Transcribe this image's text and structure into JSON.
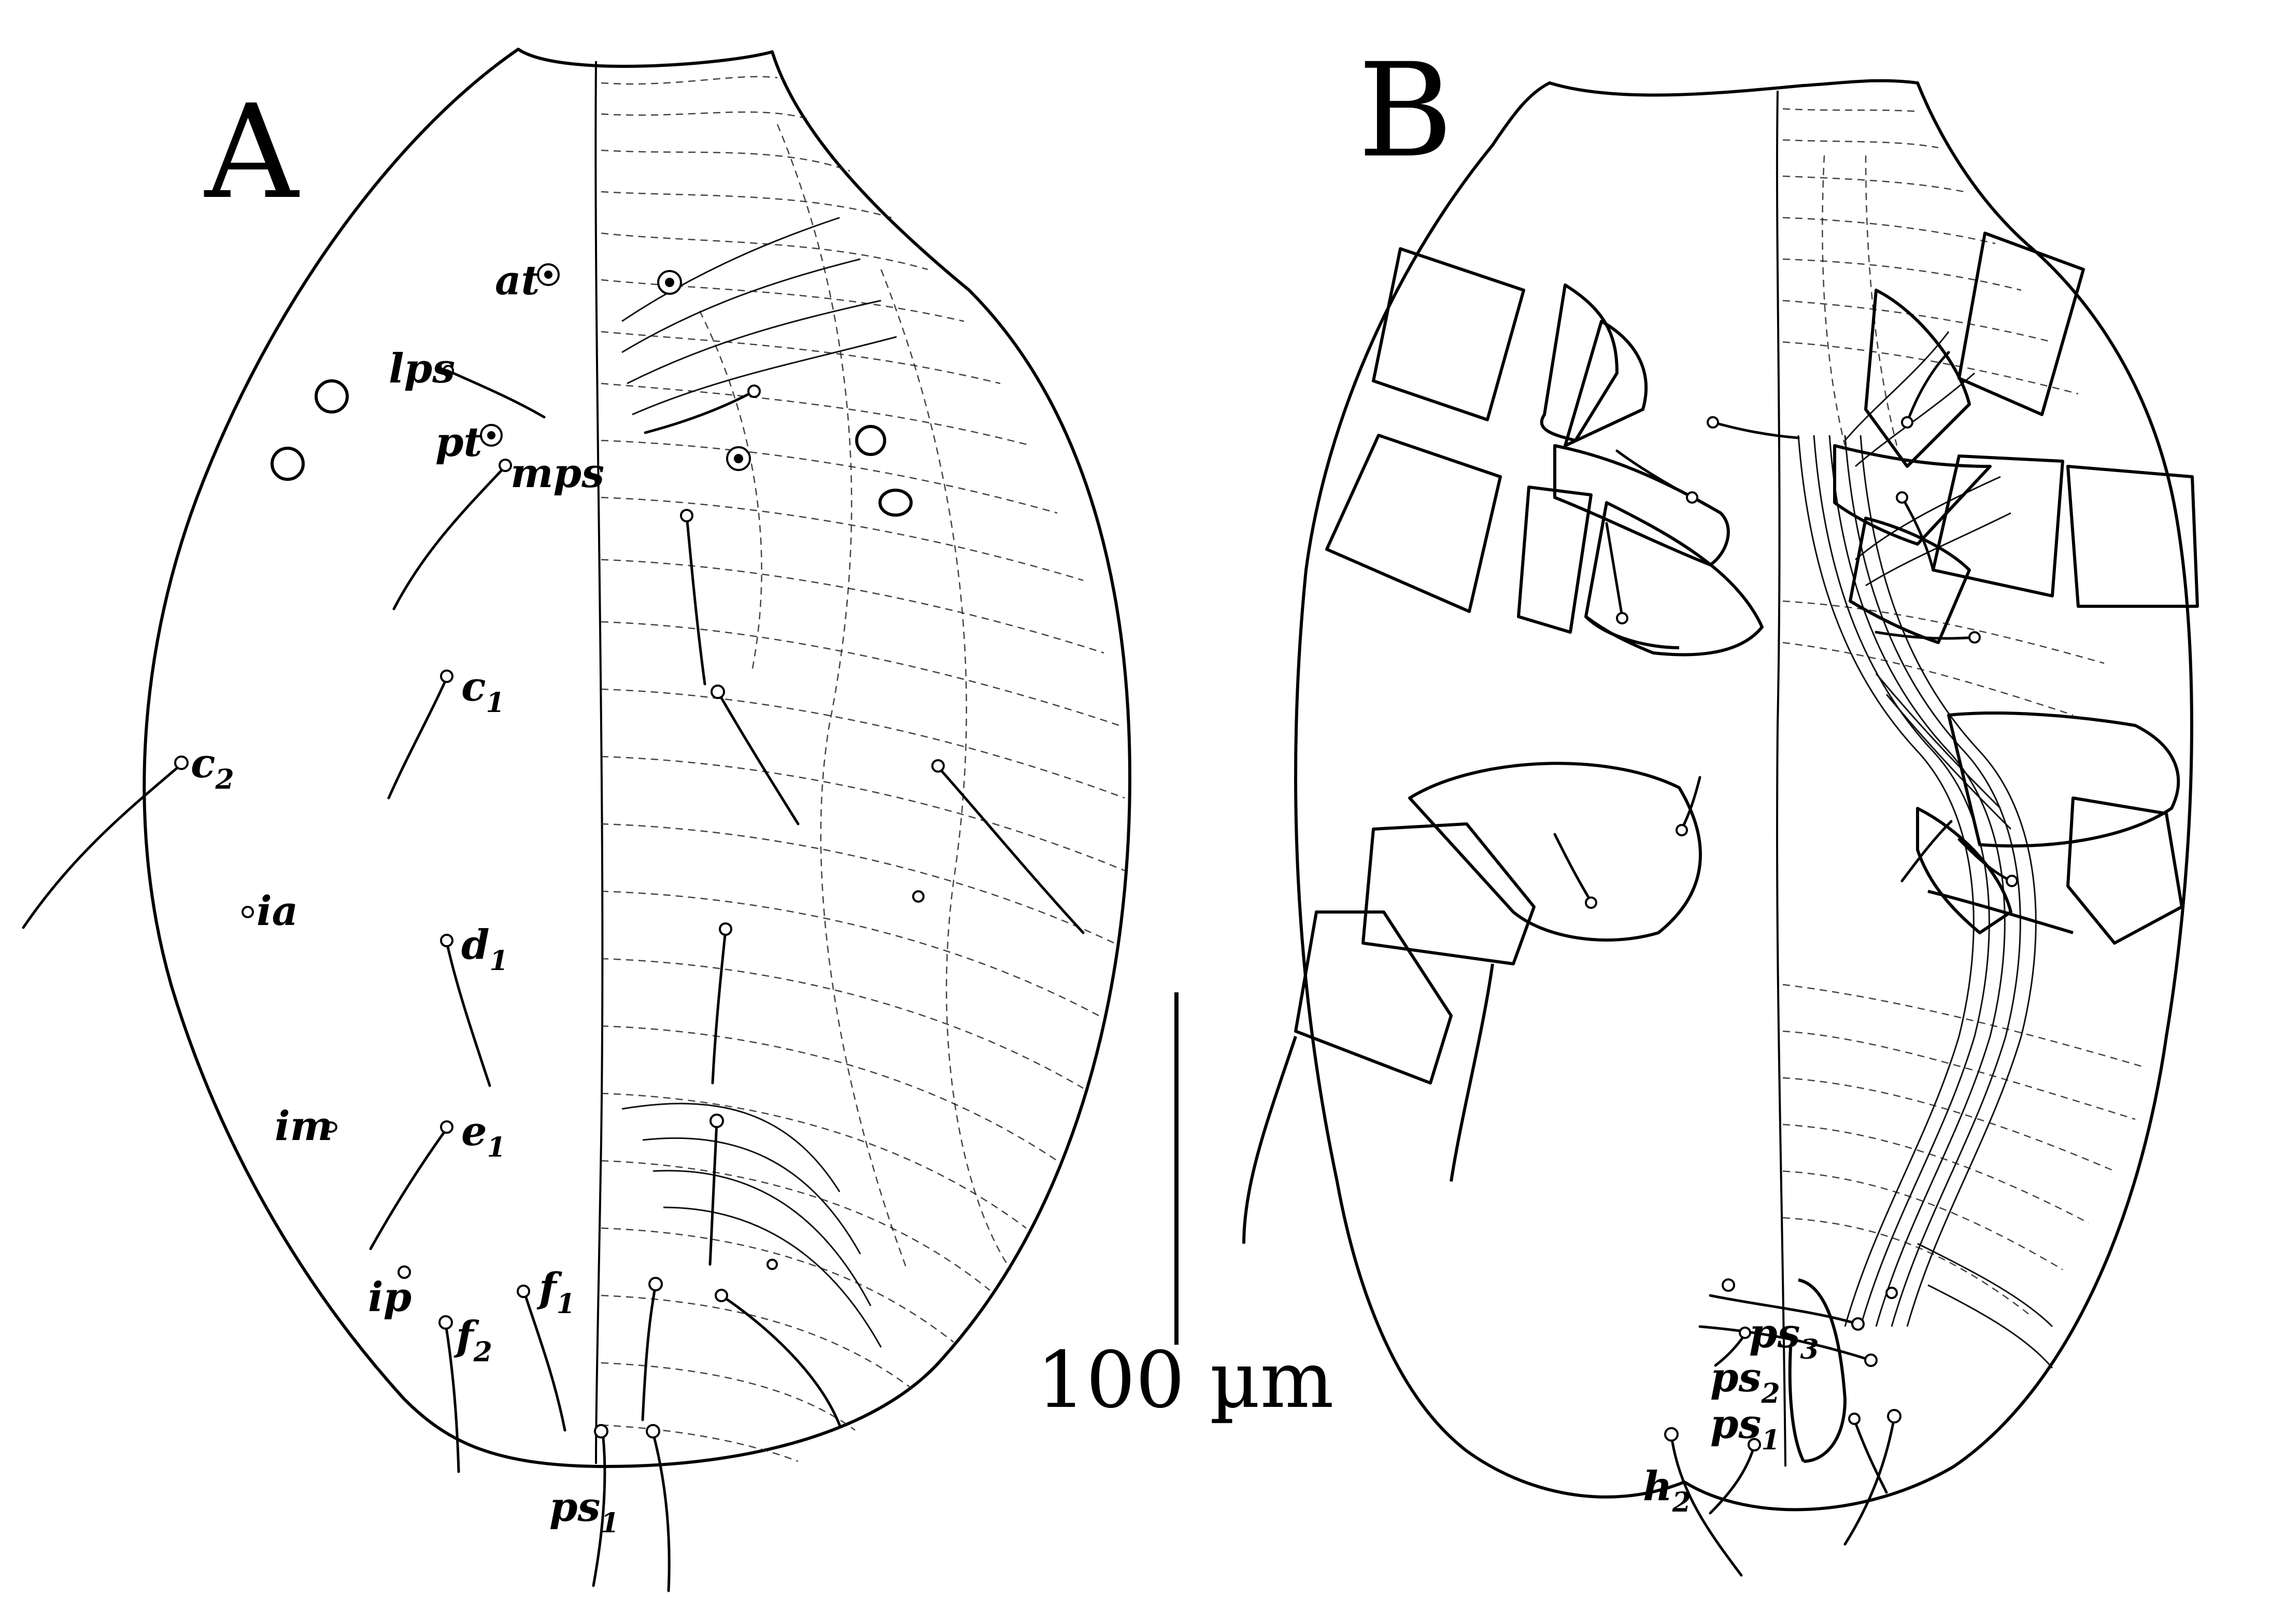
{
  "panels": [
    {
      "id": "A",
      "letter": "A",
      "labels": [
        {
          "key": "at",
          "main": "at",
          "sub": ""
        },
        {
          "key": "lps",
          "main": "lps",
          "sub": ""
        },
        {
          "key": "pt",
          "main": "pt",
          "sub": ""
        },
        {
          "key": "mps",
          "main": "mps",
          "sub": ""
        },
        {
          "key": "c1",
          "main": "c",
          "sub": "1"
        },
        {
          "key": "c2",
          "main": "c",
          "sub": "2"
        },
        {
          "key": "ia",
          "main": "ia",
          "sub": ""
        },
        {
          "key": "d1",
          "main": "d",
          "sub": "1"
        },
        {
          "key": "im",
          "main": "im",
          "sub": ""
        },
        {
          "key": "e1",
          "main": "e",
          "sub": "1"
        },
        {
          "key": "ip",
          "main": "ip",
          "sub": ""
        },
        {
          "key": "f1",
          "main": "f",
          "sub": "1"
        },
        {
          "key": "f2",
          "main": "f",
          "sub": "2"
        },
        {
          "key": "ps1",
          "main": "ps",
          "sub": "1"
        }
      ]
    },
    {
      "id": "B",
      "letter": "B",
      "labels": [
        {
          "key": "ps3",
          "main": "ps",
          "sub": "3"
        },
        {
          "key": "ps2",
          "main": "ps",
          "sub": "2"
        },
        {
          "key": "ps1",
          "main": "ps",
          "sub": "1"
        },
        {
          "key": "h2",
          "main": "h",
          "sub": "2"
        }
      ]
    }
  ],
  "scale_bar": {
    "label": "100 µm",
    "length_um": 100
  }
}
